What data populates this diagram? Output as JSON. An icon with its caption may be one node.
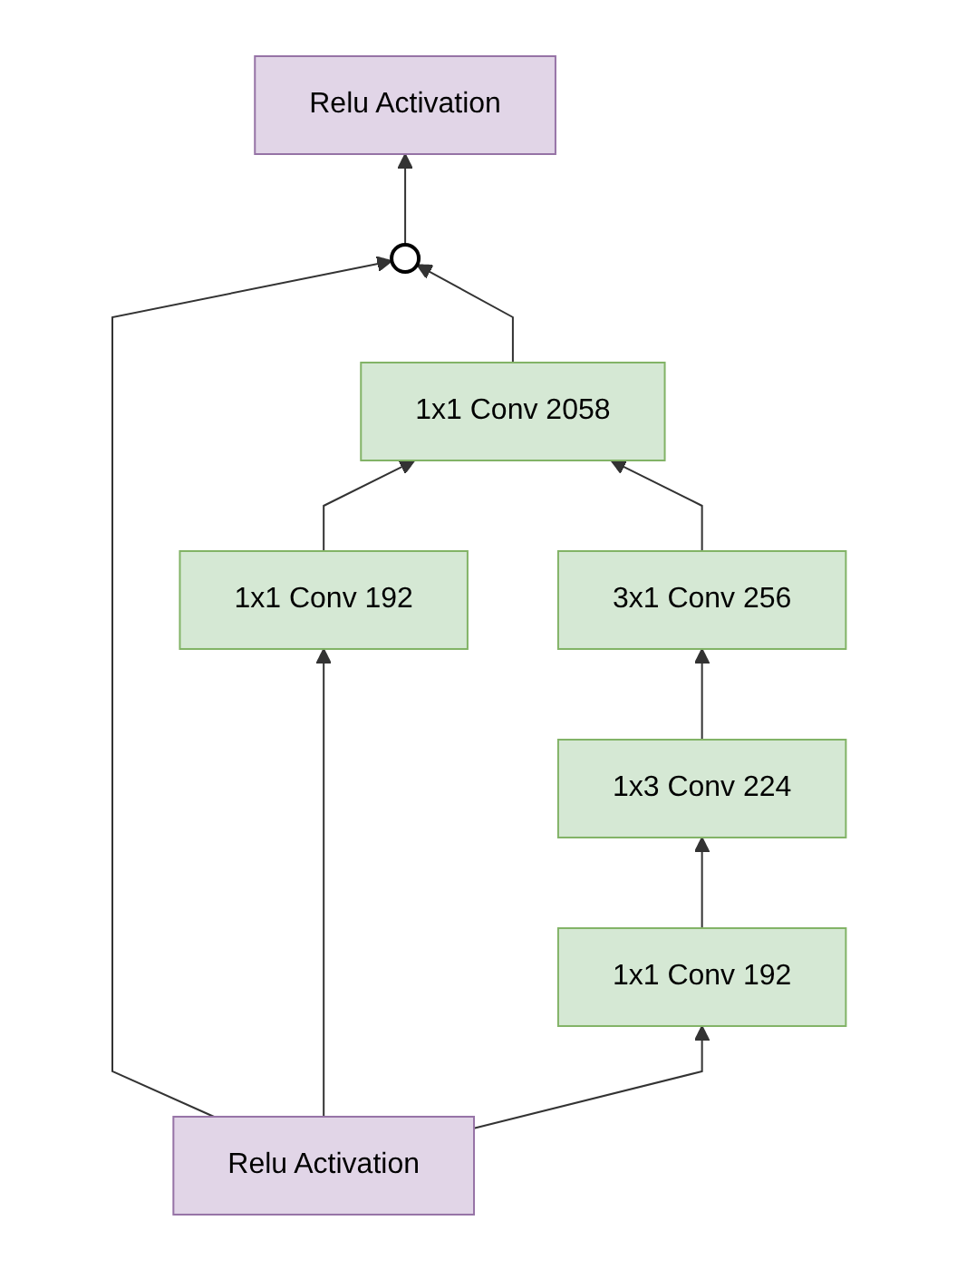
{
  "diagram": {
    "nodes": [
      {
        "text": [
          "Relu Activation"
        ]
      },
      {
        "text": [],
        "shape": "circle"
      },
      {
        "text": [
          "1x1 Conv 2058"
        ]
      },
      {
        "text": [
          "3x1 Conv 256"
        ]
      },
      {
        "text": [
          "1x3 Conv 224"
        ]
      },
      {
        "text": [
          "1x1 Conv 192"
        ]
      },
      {
        "text": [
          "1x1 Conv 192"
        ]
      },
      {
        "text": [
          "Relu Activation"
        ]
      }
    ],
    "edges": [
      {
        "from": 7,
        "to": 1,
        "arrow": "to"
      },
      {
        "from": 7,
        "to": 5,
        "arrow": "to"
      },
      {
        "from": 7,
        "to": 6,
        "arrow": "to"
      },
      {
        "from": 5,
        "to": 2,
        "arrow": "to"
      },
      {
        "from": 6,
        "to": 4,
        "arrow": "to"
      },
      {
        "from": 4,
        "to": 3,
        "arrow": "to"
      },
      {
        "from": 3,
        "to": 2,
        "arrow": "to"
      },
      {
        "from": 2,
        "to": 1,
        "arrow": "to"
      },
      {
        "from": 1,
        "to": 0,
        "arrow": "to"
      }
    ]
  }
}
